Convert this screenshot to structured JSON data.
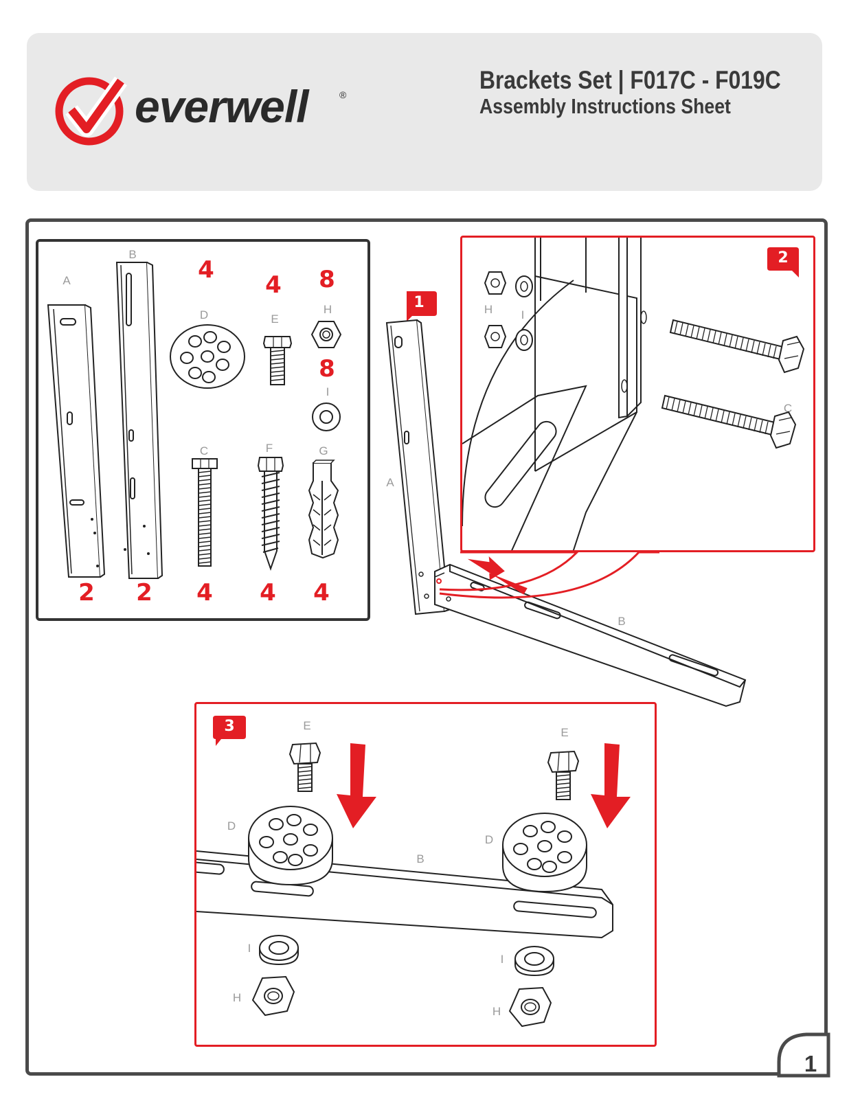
{
  "header": {
    "brand": "everwell",
    "brand_mark": "®",
    "title": "Brackets Set | F017C - F019C",
    "subtitle": "Assembly Instructions Sheet"
  },
  "colors": {
    "accent": "#e31e24",
    "header_bg": "#e9e9e9",
    "ink": "#333333",
    "label_grey": "#9a9a9a"
  },
  "parts": {
    "A": {
      "label": "A",
      "qty": "2"
    },
    "B": {
      "label": "B",
      "qty": "2"
    },
    "C": {
      "label": "C",
      "qty": "4"
    },
    "D": {
      "label": "D",
      "qty": "4"
    },
    "E": {
      "label": "E",
      "qty": "4"
    },
    "F": {
      "label": "F",
      "qty": "4"
    },
    "G": {
      "label": "G",
      "qty": "4"
    },
    "H": {
      "label": "H",
      "qty": "8"
    },
    "I": {
      "label": "I",
      "qty": "8"
    }
  },
  "steps": {
    "step1": {
      "badge": "1",
      "label_a": "A",
      "label_b": "B"
    },
    "step2": {
      "badge": "2",
      "label_h": "H",
      "label_i": "I",
      "label_c": "C"
    },
    "step3": {
      "badge": "3",
      "label_e1": "E",
      "label_e2": "E",
      "label_d1": "D",
      "label_d2": "D",
      "label_b": "B",
      "label_i1": "I",
      "label_i2": "I",
      "label_h1": "H",
      "label_h2": "H"
    }
  },
  "page_number": "1"
}
